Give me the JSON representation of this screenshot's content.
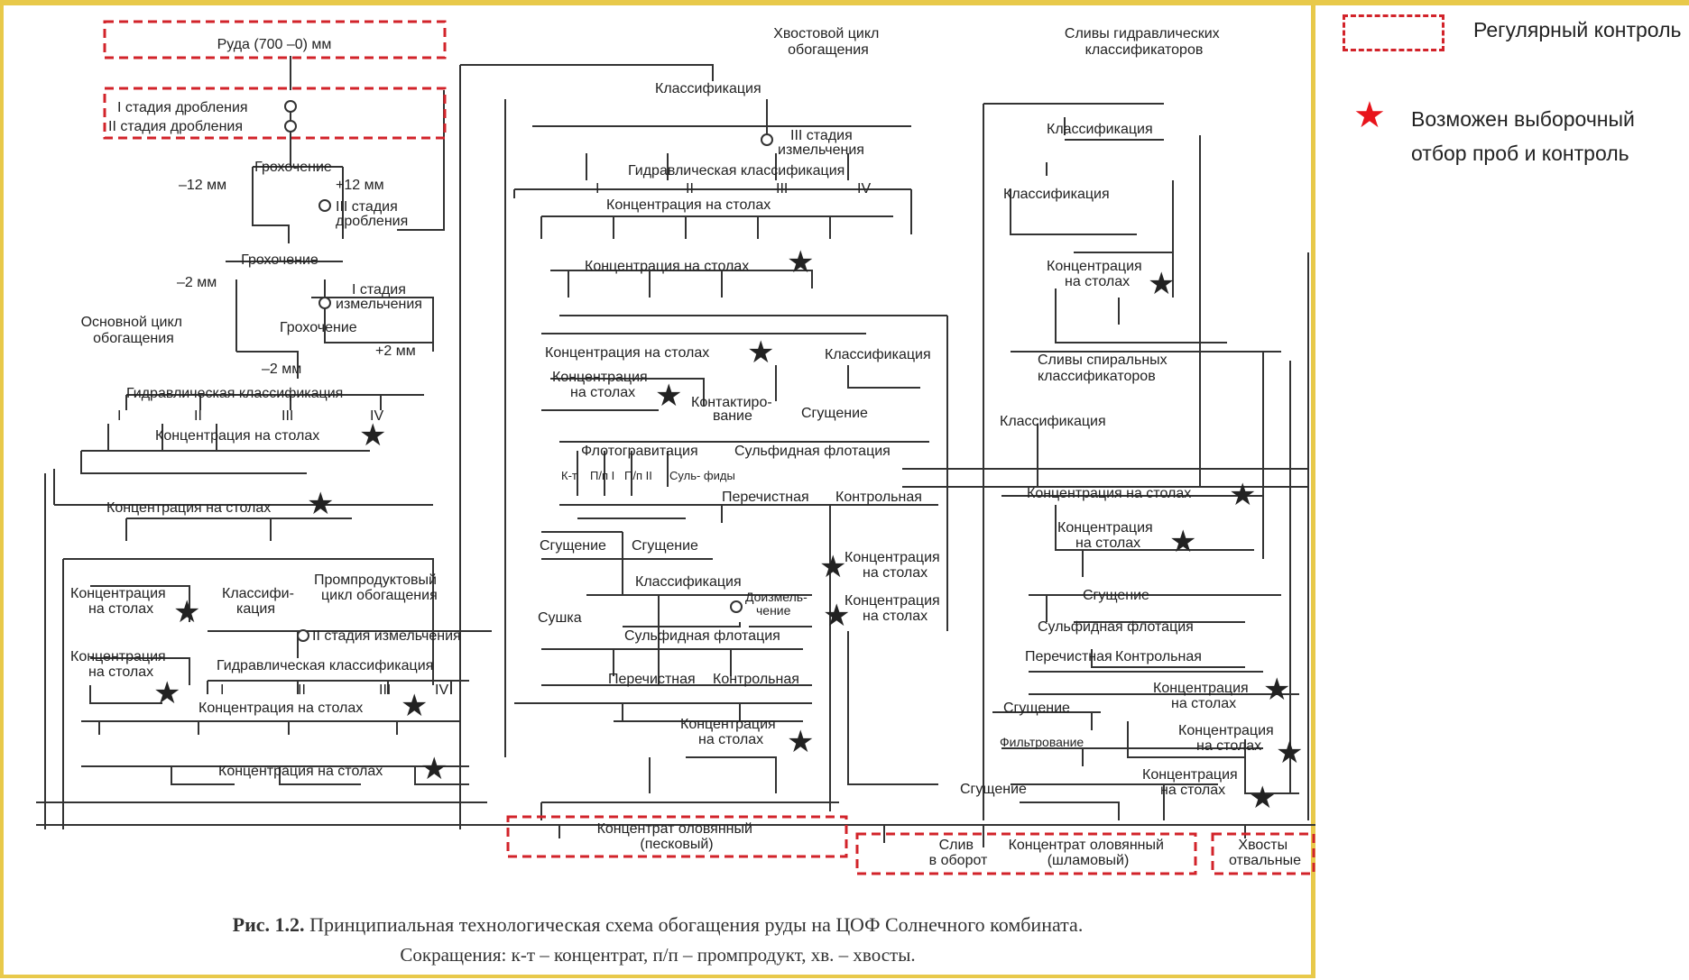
{
  "diagram": {
    "ore_input": "Руда (700 –0) мм",
    "tail_cycle": "Хвостовой цикл обогащения",
    "classifier_overflows": "Сливы гидравлических классификаторов",
    "crush_1": "I стадия дробления",
    "crush_2": "II стадия дробления",
    "crush_3": "III стадия дробления",
    "screening": "Грохочение",
    "size_minus12": "–12 мм",
    "size_plus12": "+12 мм",
    "size_minus2": "–2 мм",
    "size_plus2": "+2 мм",
    "grind_1": "I стадия измельчения",
    "grind_2": "II стадия измельчения",
    "grind_3": "III стадия измельчения",
    "main_cycle": "Основной цикл обогащения",
    "hydro_class": "Гидравлическая классификация",
    "roman": [
      "I",
      "II",
      "III",
      "IV"
    ],
    "table_conc": "Концентрация на столах",
    "classification": "Классификация",
    "classification_split": "Классифи- кация",
    "middlings_cycle": "Промпродуктовый цикл обогащения",
    "spiral_overflows": "Сливы спиральных классификаторов",
    "contacting": "Контактиро- вание",
    "thickening": "Сгущение",
    "flotogravity": "Флотогравитация",
    "sulfide_flotation": "Сульфидная флотация",
    "small_labels": [
      "К-т",
      "П/п I",
      "П/п II",
      "Суль- фиды"
    ],
    "cleaner": "Перечистная",
    "control": "Контрольная",
    "drying": "Сушка",
    "regrind": "Доизмель- чение",
    "filtering": "Фильтрование",
    "product_sand": "Концентрат оловянный (песковый)",
    "product_recycle": "Слив в оборот",
    "product_slime": "Концентрат оловянный (шламовый)",
    "product_tails": "Хвосты отвальные"
  },
  "caption": {
    "label": "Рис. 1.2.",
    "title": "Принципиальная технологическая схема обогащения руды на ЦОФ Солнечного комбината.",
    "abbrev": "Сокращения: к-т – концентрат, п/п – промпродукт, хв. – хвосты."
  },
  "legend": {
    "regular_control": "Регулярный контроль",
    "selective_sampling": "Возможен выборочный отбор проб и контроль",
    "dashed_color": "#d2232a",
    "star_color": "#e8141b",
    "star_icon": "star-icon"
  }
}
